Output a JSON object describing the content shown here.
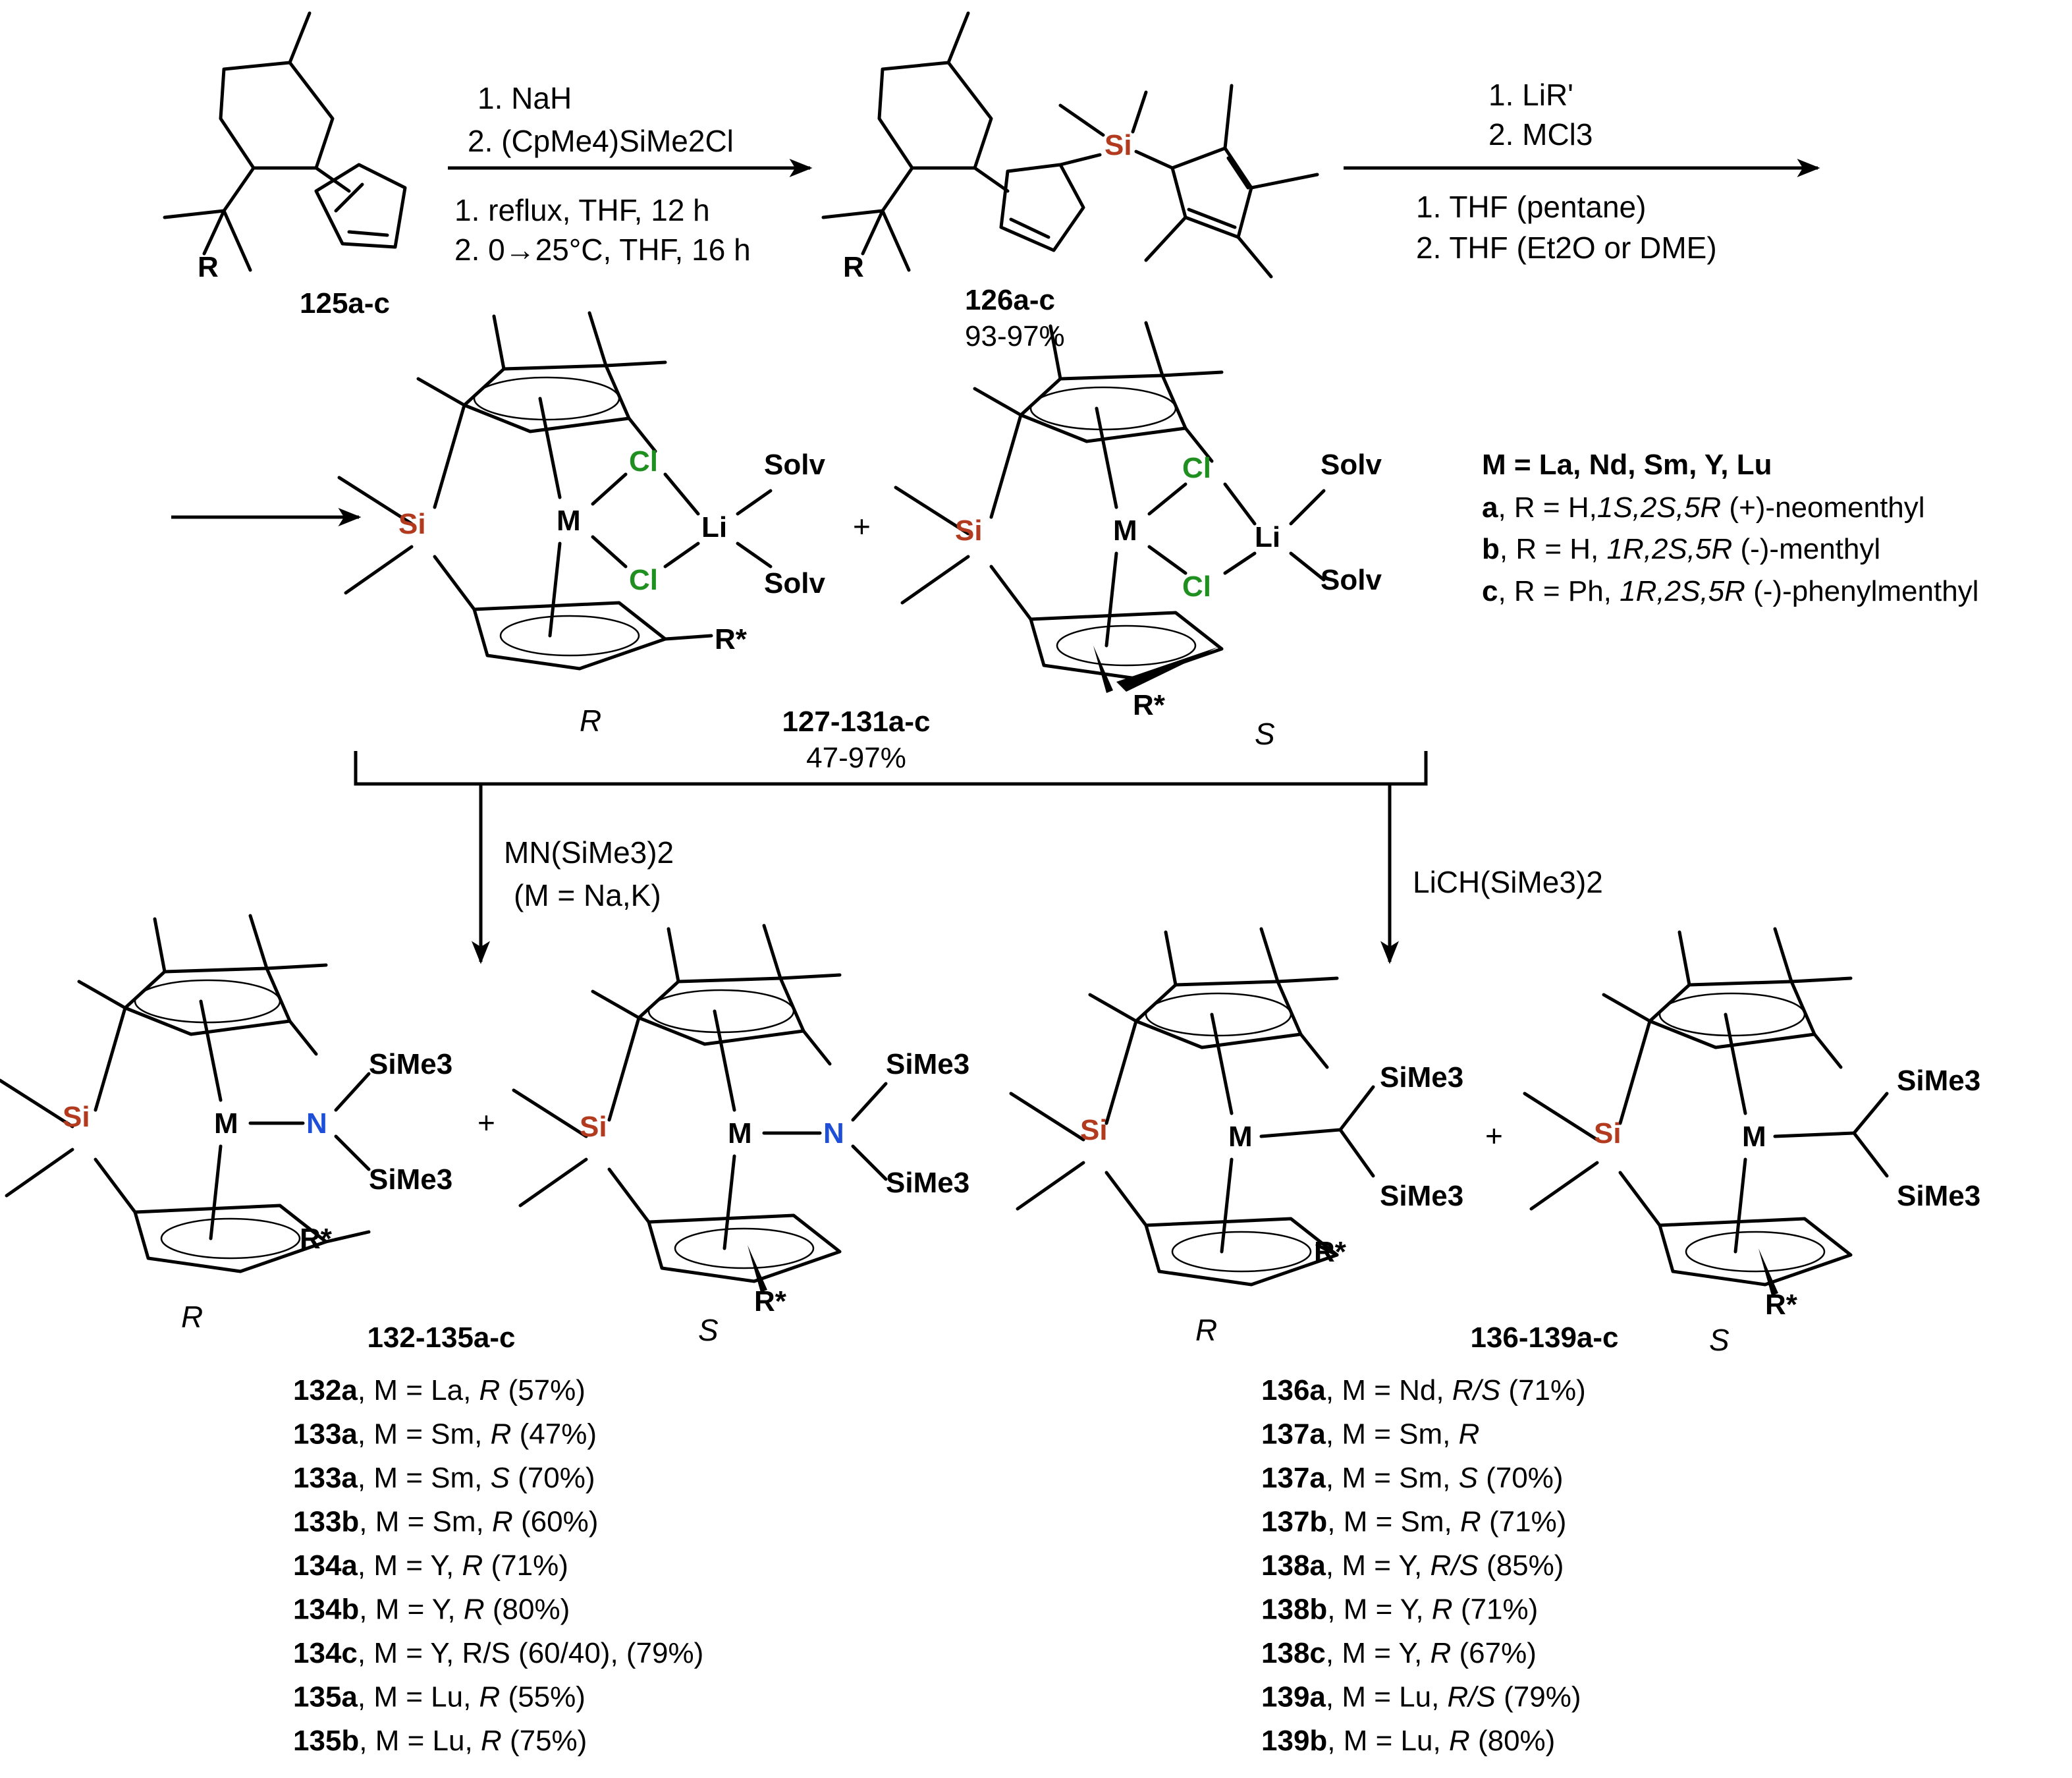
{
  "step1": {
    "reagents": [
      "1. NaH",
      "2. (CpMe4)SiMe2Cl"
    ],
    "conditions": [
      "1. reflux, THF, 12 h",
      "2. 0→25°C, THF, 16 h"
    ]
  },
  "step2": {
    "reagents": [
      "1. LiR'",
      "2. MCl3"
    ],
    "conditions": [
      "1. THF (pentane)",
      "2. THF (Et2O or DME)"
    ]
  },
  "compounds": {
    "c125": {
      "label": "125a-c"
    },
    "c126": {
      "label": "126a-c",
      "yield": "93-97%"
    },
    "c127": {
      "label": "127-131a-c",
      "yield": "47-97%"
    },
    "c132": {
      "label": "132-135a-c"
    },
    "c136": {
      "label": "136-139a-c"
    }
  },
  "atoms": {
    "R": "R",
    "Rstar": "R*",
    "Si": "Si",
    "M": "M",
    "Cl": "Cl",
    "Li": "Li",
    "Solv": "Solv",
    "N": "N",
    "SiMe3": "SiMe3",
    "plus": "+"
  },
  "configs": {
    "R": "R",
    "S": "S"
  },
  "legend": {
    "metals": "M = La, Nd, Sm, Y, Lu",
    "entries": [
      {
        "letter": "a",
        "text": ", R = H,",
        "config": "1S,2S,5R",
        "name": " (+)-neomenthyl"
      },
      {
        "letter": "b",
        "text": ", R = H, ",
        "config": "1R,2S,5R",
        "name": " (-)-menthyl"
      },
      {
        "letter": "c",
        "text": ", R = Ph, ",
        "config": "1R,2S,5R",
        "name": " (-)-phenylmenthyl"
      }
    ]
  },
  "branch_left": {
    "reagent": "MN(SiMe3)2",
    "note": "(M = Na,K)"
  },
  "branch_right": {
    "reagent": "LiCH(SiMe3)2"
  },
  "list_left": [
    {
      "id": "132a",
      "text": ", M = La, ",
      "cfg": "R",
      "tail": " (57%)"
    },
    {
      "id": "133a",
      "text": ", M = Sm, ",
      "cfg": "R",
      "tail": " (47%)"
    },
    {
      "id": "133a",
      "text": ", M = Sm, ",
      "cfg": "S",
      "tail": " (70%)"
    },
    {
      "id": "133b",
      "text": ", M = Sm, ",
      "cfg": "R",
      "tail": " (60%)"
    },
    {
      "id": "134a",
      "text": ", M = Y, ",
      "cfg": "R",
      "tail": " (71%)"
    },
    {
      "id": "134b",
      "text": ", M = Y, ",
      "cfg": "R",
      "tail": " (80%)"
    },
    {
      "id": "134c",
      "text": ", M = Y, R/S (60/40), (79%)",
      "cfg": "",
      "tail": ""
    },
    {
      "id": "135a",
      "text": ", M = Lu, ",
      "cfg": "R",
      "tail": " (55%)"
    },
    {
      "id": "135b",
      "text": ", M = Lu, ",
      "cfg": "R",
      "tail": " (75%)"
    }
  ],
  "list_right": [
    {
      "id": "136a",
      "text": ", M = Nd, ",
      "cfg": "R/S",
      "tail": " (71%)"
    },
    {
      "id": "137a",
      "text": ", M = Sm, ",
      "cfg": "R",
      "tail": ""
    },
    {
      "id": "137a",
      "text": ", M = Sm, ",
      "cfg": "S",
      "tail": " (70%)"
    },
    {
      "id": "137b",
      "text": ", M = Sm, ",
      "cfg": "R",
      "tail": " (71%)"
    },
    {
      "id": "138a",
      "text": ", M = Y, ",
      "cfg": "R/S",
      "tail": " (85%)"
    },
    {
      "id": "138b",
      "text": ", M = Y, ",
      "cfg": "R",
      "tail": " (71%)"
    },
    {
      "id": "138c",
      "text": ", M = Y, ",
      "cfg": "R",
      "tail": " (67%)"
    },
    {
      "id": "139a",
      "text": ", M = Lu, ",
      "cfg": "R/S",
      "tail": " (79%)"
    },
    {
      "id": "139b",
      "text": ", M = Lu, ",
      "cfg": "R",
      "tail": " (80%)"
    }
  ]
}
